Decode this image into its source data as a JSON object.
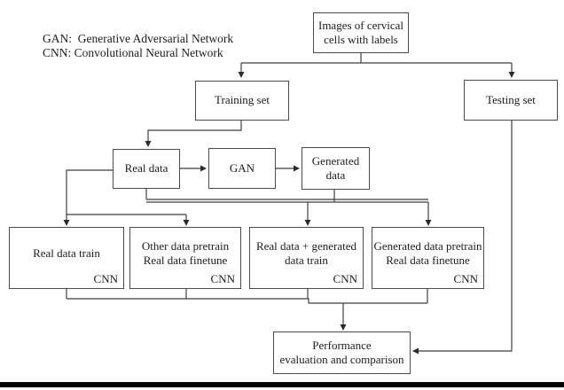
{
  "legend": {
    "gan_line": "GAN:  Generative Adversarial Network",
    "cnn_line": "CNN: Convolutional Neural Network"
  },
  "nodes": {
    "source": "Images of cervical\ncells with labels",
    "training_set": "Training set",
    "testing_set": "Testing set",
    "real_data": "Real data",
    "gan": "GAN",
    "generated_data": "Generated\ndata",
    "cnn_boxes": [
      {
        "label": "Real data train",
        "tag": "CNN"
      },
      {
        "label": "Other data pretrain\nReal data finetune",
        "tag": "CNN"
      },
      {
        "label": "Real data + generated\ndata train",
        "tag": "CNN"
      },
      {
        "label": "Generated data pretrain\nReal data finetune",
        "tag": "CNN"
      }
    ],
    "performance": "Performance\nevaluation and comparison"
  },
  "colors": {
    "line": "#3f3f3f",
    "text": "#1c1c1c",
    "box_border": "#4a4a4a",
    "bottom_bar": "#050505"
  }
}
